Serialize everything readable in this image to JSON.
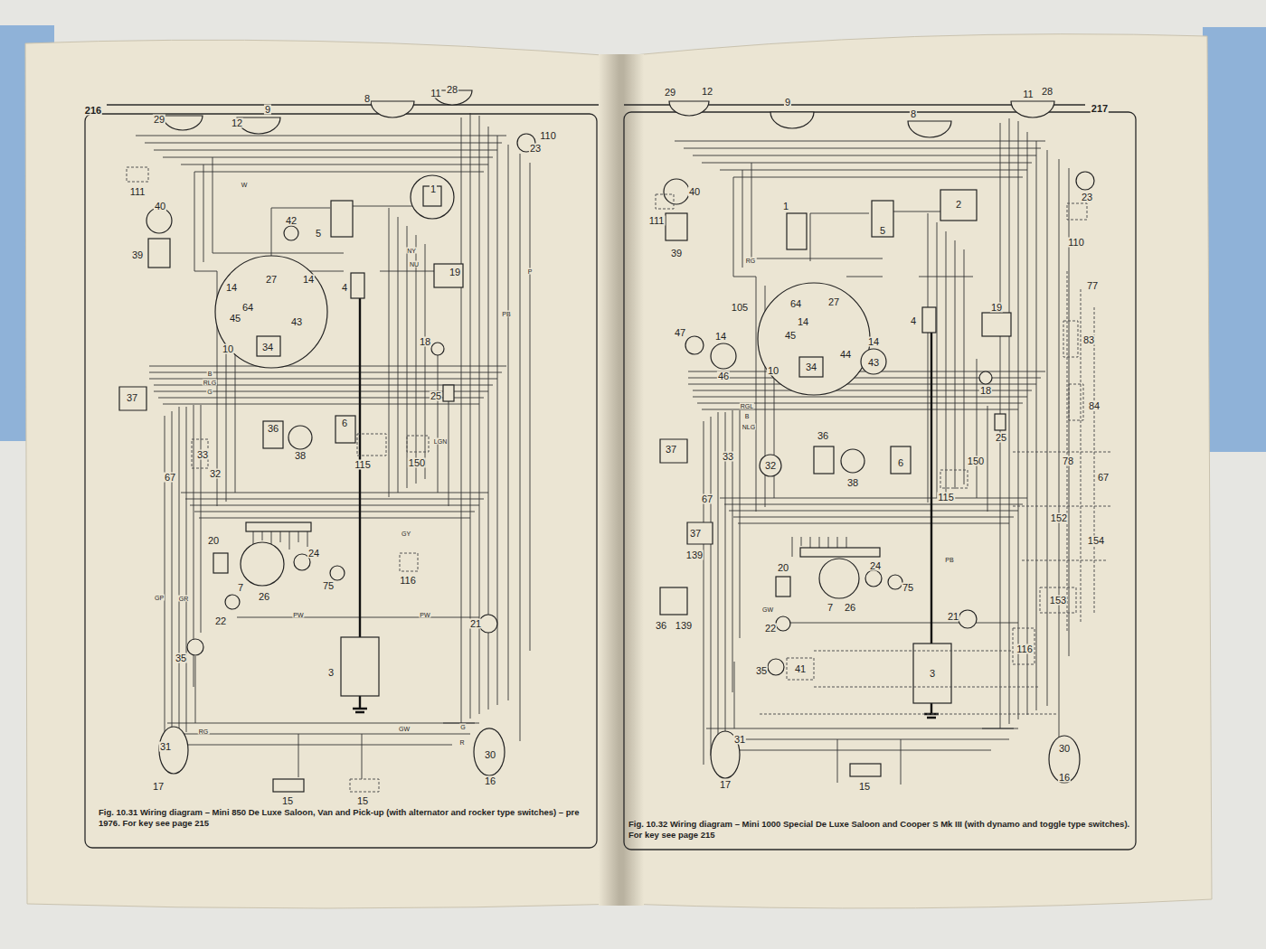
{
  "diagram": {
    "labels": [
      "216",
      "29",
      "12",
      "9",
      "8",
      "11",
      "28",
      "110",
      "23",
      "111",
      "40",
      "39",
      "42",
      "5",
      "1",
      "19",
      "4",
      "14",
      "27",
      "14",
      "64",
      "45",
      "43",
      "10",
      "34",
      "37",
      "18",
      "25",
      "36",
      "38",
      "6",
      "115",
      "150",
      "33",
      "32",
      "67",
      "20",
      "24",
      "7",
      "26",
      "75",
      "116",
      "22",
      "21",
      "35",
      "3",
      "31",
      "17",
      "15",
      "15",
      "30",
      "16",
      "PW",
      "PW",
      "GW",
      "G",
      "R",
      "RG",
      "GP",
      "GR",
      "B",
      "RLG",
      "G",
      "NY",
      "NU",
      "LGN",
      "P",
      "PB",
      "GY",
      "W",
      "Fig. 10.31 Wiring diagram – Mini 850 De Luxe Saloon, Van and Pick-up (with alternator and rocker type switches) – pre 1976. For key see page 215",
      "217",
      "29",
      "12",
      "9",
      "8",
      "11",
      "28",
      "111",
      "110",
      "23",
      "40",
      "39",
      "1",
      "5",
      "2",
      "77",
      "105",
      "64",
      "27",
      "14",
      "45",
      "14",
      "47",
      "46",
      "10",
      "34",
      "44",
      "14",
      "43",
      "4",
      "19",
      "83",
      "18",
      "84",
      "25",
      "37",
      "33",
      "32",
      "36",
      "38",
      "6",
      "150",
      "115",
      "78",
      "67",
      "67",
      "37",
      "139",
      "152",
      "154",
      "20",
      "24",
      "7",
      "26",
      "75",
      "153",
      "36",
      "139",
      "22",
      "21",
      "3",
      "116",
      "35",
      "41",
      "31",
      "17",
      "15",
      "30",
      "16",
      "RG",
      "RGL",
      "B",
      "NLG",
      "PB",
      "GW",
      "Fig. 10.32 Wiring diagram – Mini 1000 Special De Luxe Saloon and Cooper S Mk III (with dynamo and toggle type switches). For key see page 215"
    ]
  }
}
